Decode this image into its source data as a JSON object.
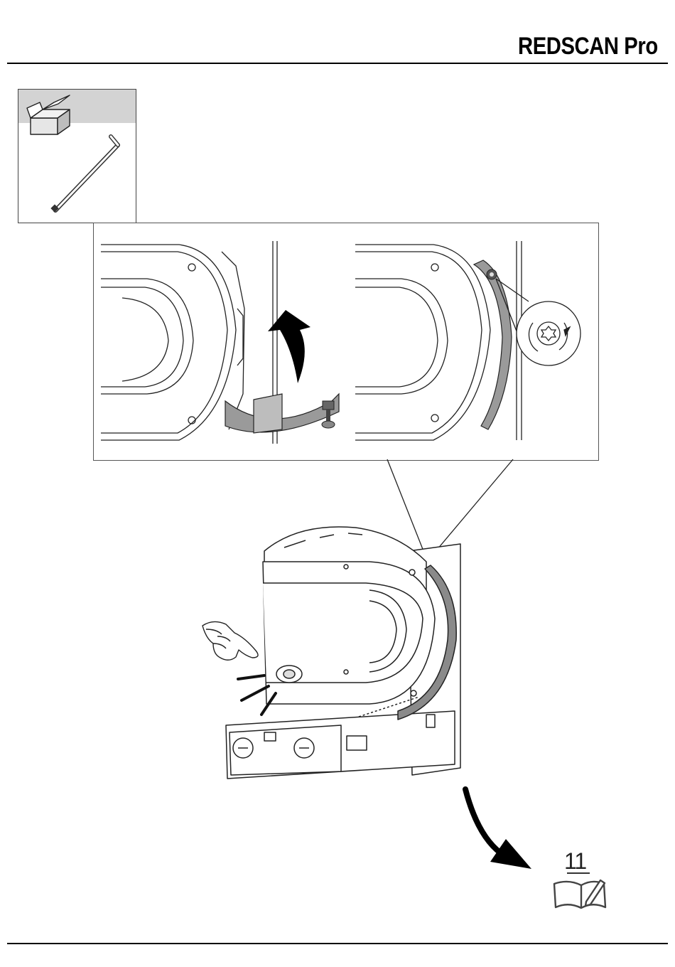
{
  "header": {
    "brand": "REDSCAN Pro"
  },
  "tools": {
    "items": [
      "box-icon",
      "allen-key-icon"
    ]
  },
  "detail": {
    "panels": [
      "lift-cover-panel",
      "tighten-screw-panel"
    ]
  },
  "footer": {
    "page_reference": "11",
    "reference_icon": "manual-book-pencil-icon"
  },
  "colors": {
    "ink": "#000000",
    "tool_shade": "#d3d3d3",
    "part_gray": "#9a9a9a"
  }
}
